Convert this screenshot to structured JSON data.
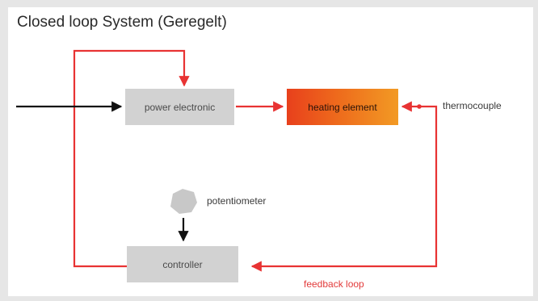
{
  "title": "Closed loop System (Geregelt)",
  "nodes": {
    "power_electronic": "power electronic",
    "heating_element": "heating element",
    "controller": "controller"
  },
  "labels": {
    "thermocouple": "thermocouple",
    "potentiometer": "potentiometer",
    "feedback_loop": "feedback loop"
  },
  "colors": {
    "loop_red": "#e83333",
    "arrow_black": "#111111",
    "box_gray": "#d2d2d2",
    "heat_orange": "#ee6a1c",
    "knob_gray": "#c8c8c8"
  }
}
